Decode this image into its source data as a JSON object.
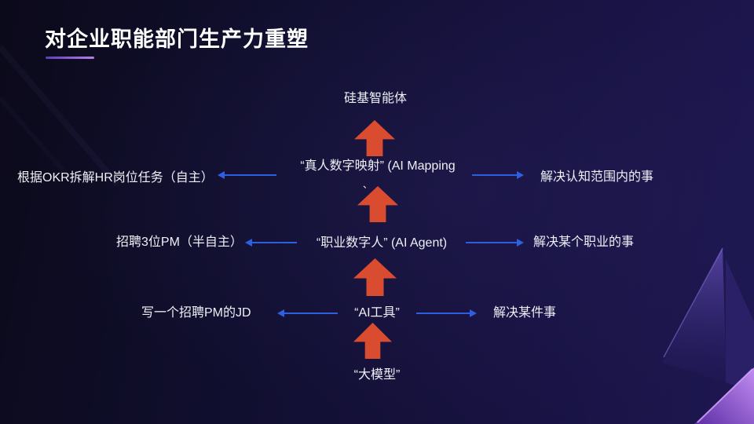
{
  "slide": {
    "title": "对企业职能部门生产力重塑"
  },
  "diagram": {
    "top_label": "硅基智能体",
    "bottom_label": "“大模型”",
    "stray_mark": "、",
    "rows": [
      {
        "left": "根据OKR拆解HR岗位任务（自主）",
        "center": "“真人数字映射”  (AI Mapping",
        "right": "解决认知范围内的事"
      },
      {
        "left": "招聘3位PM（半自主）",
        "center": "“职业数字人”  (AI Agent)",
        "right": "解决某个职业的事"
      },
      {
        "left": "写一个招聘PM的JD",
        "center": "“AI工具”",
        "right": "解决某件事"
      }
    ]
  },
  "theme": {
    "accent_red": "#d94c30",
    "accent_blue": "#2e5fe0",
    "underline_purple": "#b67fe6",
    "text_color": "#eef0f6",
    "background_dark": "#0b0a1a",
    "background_purple": "#1e1752"
  }
}
